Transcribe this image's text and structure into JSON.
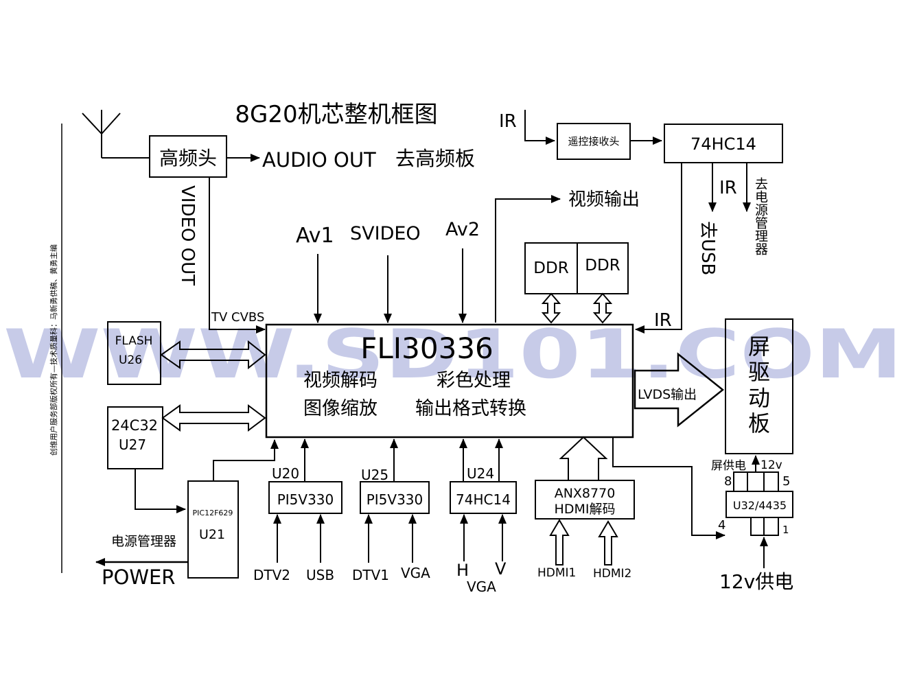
{
  "title": "8G20机芯整机框图",
  "watermark": "WWW.SD101.COM",
  "side_note": "创维用户服务部版权所有—技术质量科：马新勇供稿、黄勇主编",
  "tuner": {
    "label": "高频头",
    "audio_out": "AUDIO OUT",
    "audio_dest": "去高频板",
    "video_out": "VIDEO OUT"
  },
  "ir_section": {
    "ir_in": "IR",
    "receiver": "遥控接收头",
    "chip": "74HC14",
    "ir_out": "IR",
    "to_usb": "去USB",
    "to_power_mgr": "去电源管理器",
    "ir_to_main": "IR"
  },
  "video_output": "视频输出",
  "inputs": {
    "av1": "Av1",
    "svideo": "SVIDEO",
    "av2": "Av2",
    "tv_cvbs": "TV CVBS"
  },
  "ddr": {
    "chip1": "DDR",
    "chip2": "DDR"
  },
  "main_chip": {
    "name": "FLI30336",
    "func1": "视频解码",
    "func2": "彩色处理",
    "func3": "图像缩放",
    "func4": "输出格式转换"
  },
  "flash": {
    "line1": "FLASH",
    "line2": "U26"
  },
  "eeprom": {
    "line1": "24C32",
    "line2": "U27"
  },
  "mcu": {
    "part": "PIC12F629",
    "ref": "U21",
    "power_mgr": "电源管理器",
    "power": "POWER"
  },
  "u20": {
    "ref": "U20",
    "part": "PI5V330",
    "in1": "DTV2",
    "in2": "USB"
  },
  "u25": {
    "ref": "U25",
    "part": "PI5V330",
    "in1": "DTV1",
    "in2": "VGA"
  },
  "u24": {
    "ref": "U24",
    "part": "74HC14",
    "in1": "H",
    "in2": "V",
    "group": "VGA"
  },
  "hdmi": {
    "line1": "ANX8770",
    "line2": "HDMI解码",
    "in1": "HDMI1",
    "in2": "HDMI2"
  },
  "lvds": "LVDS输出",
  "panel_board": {
    "c1": "屏",
    "c2": "驱",
    "c3": "动",
    "c4": "板"
  },
  "regulator": {
    "label": "U32/4435",
    "supply_label": "屏供电",
    "supply_v": "12v",
    "pin8": "8",
    "pin5": "5",
    "pin4": "4",
    "pin1": "1",
    "power_in": "12v供电"
  }
}
